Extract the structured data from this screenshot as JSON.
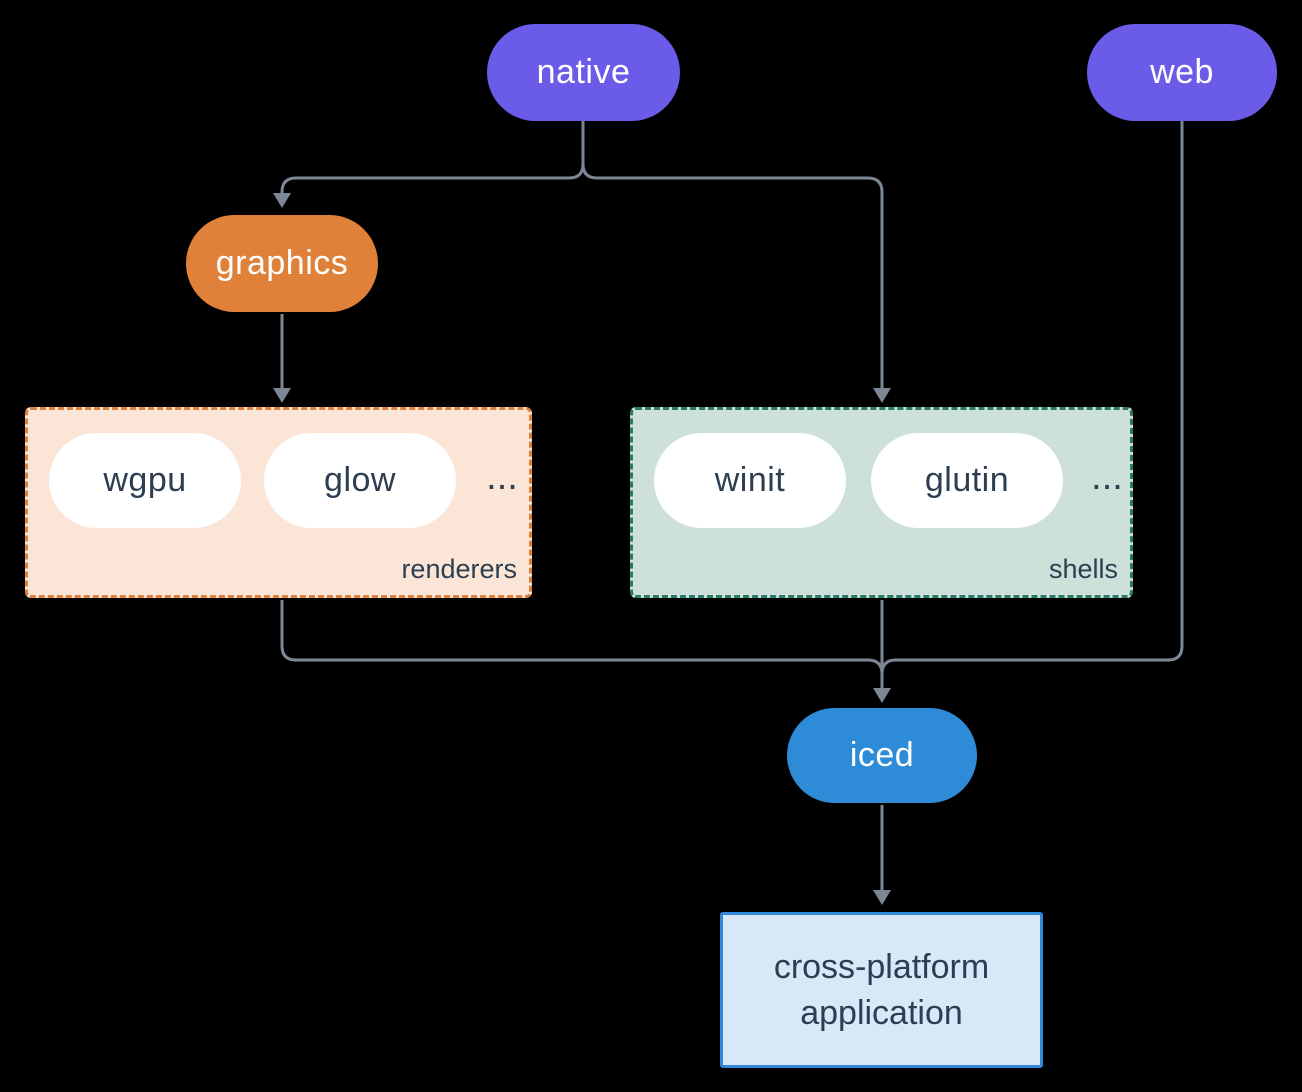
{
  "colors": {
    "background": "#000000",
    "connector": "#7B8794",
    "platform_pill": "#6A5CE9",
    "graphics_pill": "#E08139",
    "iced_pill": "#2D8BD8",
    "pill_text": "#FFFFFF",
    "dark_text": "#2C3E50",
    "renderers_fill": "#FAE5D7",
    "renderers_border": "#E0813B",
    "shells_fill": "#CDE0D9",
    "shells_border": "#2A7A6A",
    "application_fill": "#D8E8F8",
    "application_border": "#3187DE"
  },
  "nodes": {
    "native": {
      "label": "native"
    },
    "web": {
      "label": "web"
    },
    "graphics": {
      "label": "graphics"
    },
    "iced": {
      "label": "iced"
    },
    "application": {
      "line1": "cross-platform",
      "line2": "application"
    }
  },
  "groups": {
    "renderers": {
      "label": "renderers",
      "items": [
        "wgpu",
        "glow"
      ],
      "ellipsis": "..."
    },
    "shells": {
      "label": "shells",
      "items": [
        "winit",
        "glutin"
      ],
      "ellipsis": "..."
    }
  }
}
